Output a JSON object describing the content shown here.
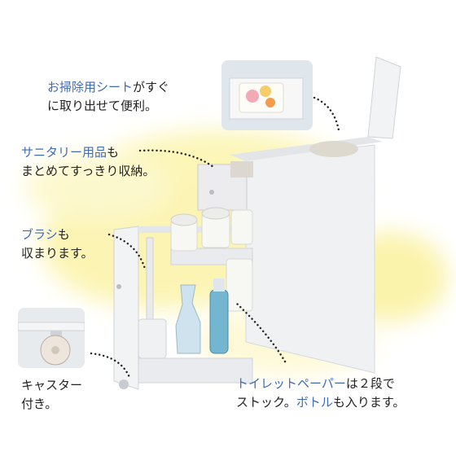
{
  "colors": {
    "accent_text": "#3f6cb5",
    "body_text": "#222222",
    "wash": "#f7ee7a",
    "cabinet": "#f1f1f3",
    "dots": "#222222"
  },
  "callouts": {
    "sheets": {
      "pre": "お掃除用シート",
      "mid": "がすぐ",
      "line2": "に取り出せて便利。"
    },
    "sanitary": {
      "pre": "サニタリー用品",
      "mid": "も",
      "line2": "まとめてすっきり収納。"
    },
    "brush": {
      "pre": "ブラシ",
      "mid": "も",
      "line2": "収まります。"
    },
    "caster": {
      "line1": "キャスター",
      "line2": "付き。"
    },
    "paper": {
      "pre": "トイレットペーパー",
      "mid": "は２段で",
      "line2a": "ストック。",
      "line2b": "ボトル",
      "line2c": "も入ります。"
    }
  },
  "icons": {
    "product": "toilet-storage-rack-illustration",
    "caster_inset": "caster-wheel-photo",
    "sheets_inset": "cleaning-sheets-box-photo"
  }
}
